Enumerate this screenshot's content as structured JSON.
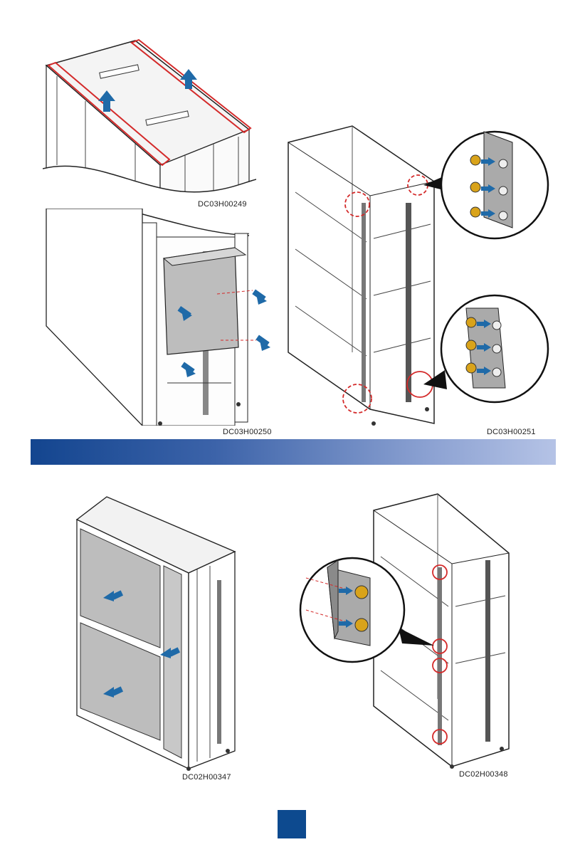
{
  "figures": [
    {
      "id": "fig1",
      "caption": "DC03H00249"
    },
    {
      "id": "fig2",
      "caption": "DC03H00250"
    },
    {
      "id": "fig3",
      "caption": "DC03H00251"
    },
    {
      "id": "fig4",
      "caption": "DC02H00347"
    },
    {
      "id": "fig5",
      "caption": "DC02H00348"
    }
  ],
  "colors": {
    "arrow": "#1f6aa8",
    "highlight": "#d42a2a",
    "band_start": "#13458f",
    "band_end": "#b5c3e6",
    "panel": "#bdbdbd"
  }
}
